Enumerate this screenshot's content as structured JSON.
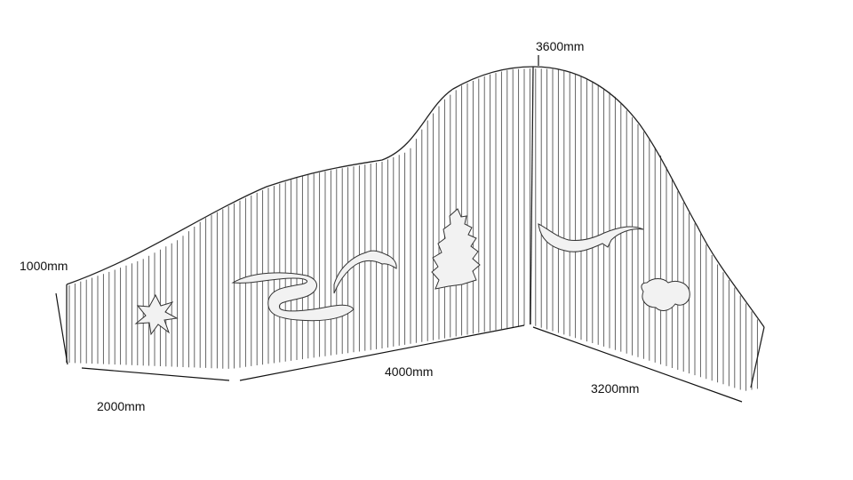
{
  "dimensions": {
    "left_height": "1000mm",
    "peak_height": "3600mm",
    "left_width": "2000mm",
    "middle_width": "4000mm",
    "right_width": "3200mm"
  },
  "colors": {
    "line": "#222222",
    "panel_fill": "#ffffff",
    "cutout_fill": "#f2f2f2",
    "rod_stroke": "#555555"
  },
  "cutout_icons": [
    "starburst-motif",
    "snake-motif",
    "bird-motif",
    "plant-motif",
    "eel-motif",
    "creature-motif"
  ]
}
